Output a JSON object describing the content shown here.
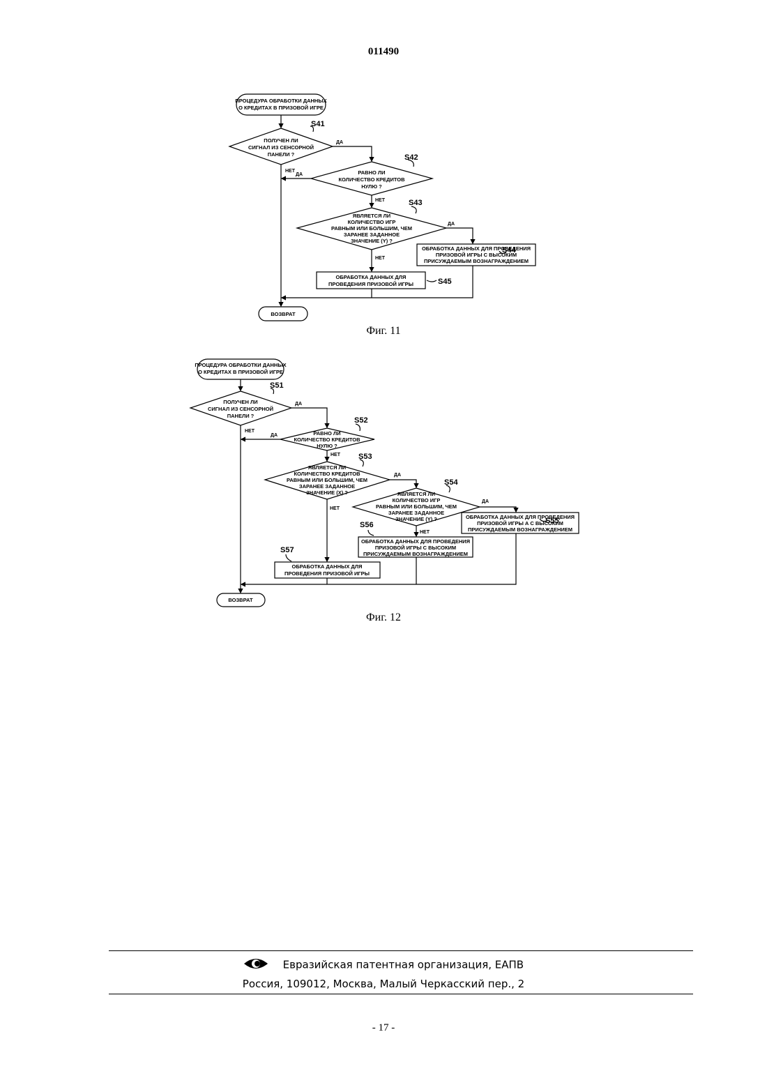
{
  "header": {
    "doc_number": "011490"
  },
  "fig11": {
    "caption": "Фиг. 11",
    "start": [
      "ПРОЦЕДУРА ОБРАБОТКИ ДАННЫХ",
      "О КРЕДИТАХ В ПРИЗОВОЙ ИГРЕ"
    ],
    "s41": {
      "step": "S41",
      "lines": [
        "ПОЛУЧЕН ЛИ",
        "СИГНАЛ ИЗ СЕНСОРНОЙ",
        "ПАНЕЛИ ?"
      ]
    },
    "s42": {
      "step": "S42",
      "lines": [
        "РАВНО ЛИ",
        "КОЛИЧЕСТВО КРЕДИТОВ",
        "НУЛЮ ?"
      ]
    },
    "s43": {
      "step": "S43",
      "lines": [
        "ЯВЛЯЕТСЯ ЛИ",
        "КОЛИЧЕСТВО ИГР",
        "РАВНЫМ ИЛИ БОЛЬШИМ, ЧЕМ",
        "ЗАРАНЕЕ ЗАДАННОЕ",
        "ЗНАЧЕНИЕ (Y) ?"
      ]
    },
    "s44": {
      "step": "S44",
      "lines": [
        "ОБРАБОТКА ДАННЫХ ДЛЯ ПРОВЕДЕНИЯ",
        "ПРИЗОВОЙ ИГРЫ С ВЫСОКИМ",
        "ПРИСУЖДАЕМЫМ ВОЗНАГРАЖДЕНИЕМ"
      ]
    },
    "s45": {
      "step": "S45",
      "lines": [
        "ОБРАБОТКА ДАННЫХ ДЛЯ",
        "ПРОВЕДЕНИЯ ПРИЗОВОЙ ИГРЫ"
      ]
    },
    "end": "ВОЗВРАТ",
    "yes": "ДА",
    "no": "НЕТ"
  },
  "fig12": {
    "caption": "Фиг. 12",
    "start": [
      "ПРОЦЕДУРА ОБРАБОТКИ ДАННЫХ",
      "О КРЕДИТАХ В ПРИЗОВОЙ ИГРЕ"
    ],
    "s51": {
      "step": "S51",
      "lines": [
        "ПОЛУЧЕН ЛИ",
        "СИГНАЛ ИЗ СЕНСОРНОЙ",
        "ПАНЕЛИ ?"
      ]
    },
    "s52": {
      "step": "S52",
      "lines": [
        "РАВНО ЛИ",
        "КОЛИЧЕСТВО КРЕДИТОВ",
        "НУЛЮ ?"
      ]
    },
    "s53": {
      "step": "S53",
      "lines": [
        "ЯВЛЯЕТСЯ ЛИ",
        "КОЛИЧЕСТВО КРЕДИТОВ",
        "РАВНЫМ ИЛИ БОЛЬШИМ, ЧЕМ",
        "ЗАРАНЕЕ ЗАДАННОЕ",
        "ЗНАЧЕНИЕ (X) ?"
      ]
    },
    "s54": {
      "step": "S54",
      "lines": [
        "ЯВЛЯЕТСЯ ЛИ",
        "КОЛИЧЕСТВО ИГР",
        "РАВНЫМ ИЛИ БОЛЬШИМ, ЧЕМ",
        "ЗАРАНЕЕ ЗАДАННОЕ",
        "ЗНАЧЕНИЕ (Y) ?"
      ]
    },
    "s55": {
      "step": "S55",
      "lines": [
        "ОБРАБОТКА ДАННЫХ ДЛЯ ПРОВЕДЕНИЯ",
        "ПРИЗОВОЙ ИГРЫ А С ВЫСОКИМ",
        "ПРИСУЖДАЕМЫМ ВОЗНАГРАЖДЕНИЕМ"
      ]
    },
    "s56": {
      "step": "S56",
      "lines": [
        "ОБРАБОТКА ДАННЫХ ДЛЯ ПРОВЕДЕНИЯ",
        "ПРИЗОВОЙ ИГРЫ С ВЫСОКИМ",
        "ПРИСУЖДАЕМЫМ ВОЗНАГРАЖДЕНИЕМ"
      ]
    },
    "s57": {
      "step": "S57",
      "lines": [
        "ОБРАБОТКА ДАННЫХ ДЛЯ",
        "ПРОВЕДЕНИЯ ПРИЗОВОЙ ИГРЫ"
      ]
    },
    "end": "ВОЗВРАТ",
    "yes": "ДА",
    "no": "НЕТ"
  },
  "footer": {
    "org": "Евразийская патентная организация, ЕАПВ",
    "address": "Россия, 109012, Москва, Малый Черкасский пер., 2",
    "logo": "eapo-eye-logo"
  },
  "page": {
    "number": "- 17 -"
  }
}
